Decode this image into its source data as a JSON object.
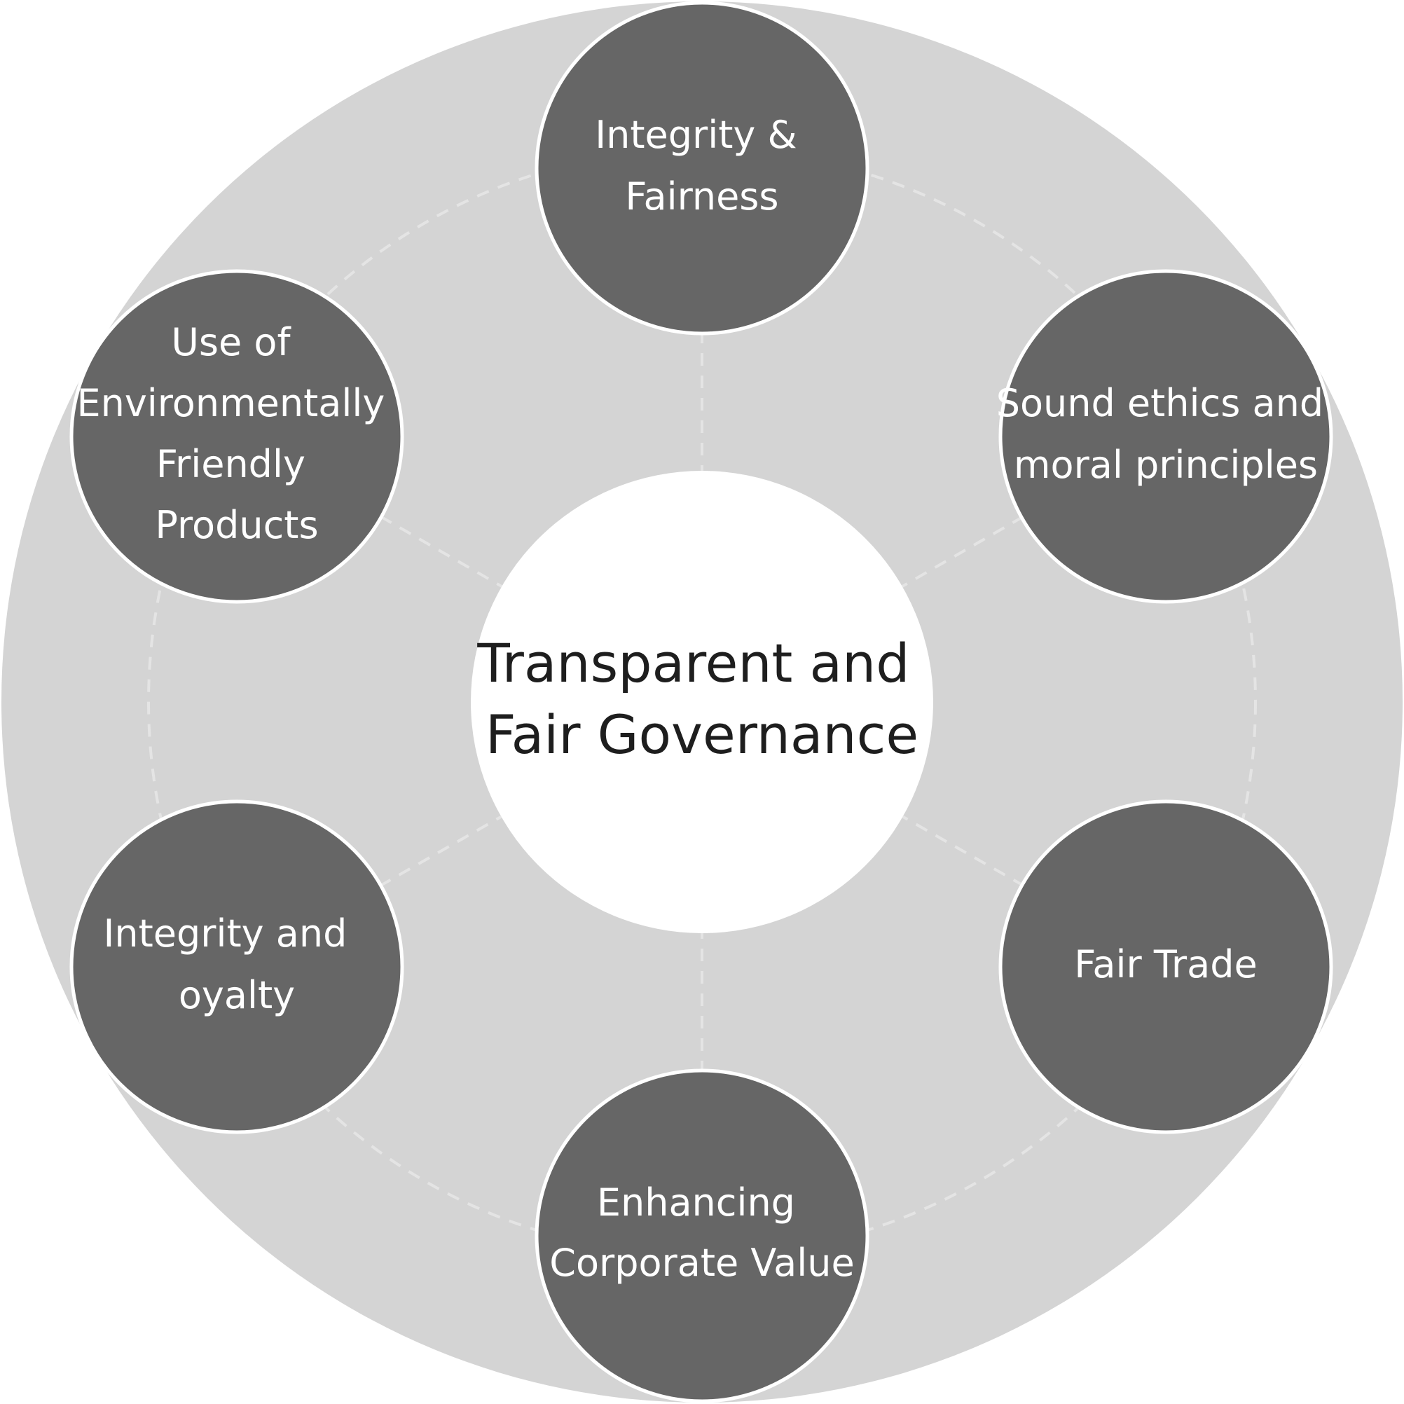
{
  "center": {
    "lines": [
      "Transparent and",
      "Fair Governance"
    ]
  },
  "nodes": [
    {
      "id": "integrity-fairness",
      "lines": [
        "Integrity &",
        "Fairness"
      ]
    },
    {
      "id": "sound-ethics",
      "lines": [
        "Sound ethics and",
        "moral principles"
      ]
    },
    {
      "id": "fair-trade",
      "lines": [
        "Fair Trade"
      ]
    },
    {
      "id": "enhancing-corporate-value",
      "lines": [
        "Enhancing",
        "Corporate Value"
      ]
    },
    {
      "id": "integrity-loyalty",
      "lines": [
        "Integrity and",
        "oyalty"
      ]
    },
    {
      "id": "environmentally-friendly",
      "lines": [
        "Use of",
        "Environmentally",
        "Friendly",
        "Products"
      ]
    }
  ],
  "colors": {
    "outer_ring": "#d4d4d4",
    "node_fill": "#666666",
    "node_text": "#ffffff",
    "center_fill": "#ffffff",
    "center_text": "#1e1e1e"
  }
}
